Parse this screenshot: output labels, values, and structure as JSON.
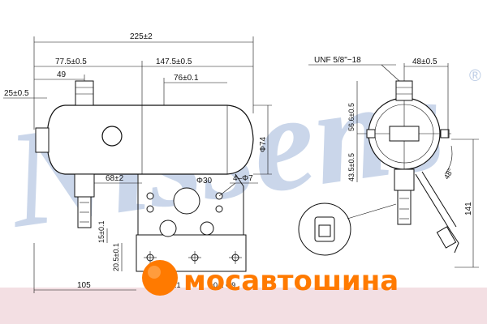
{
  "watermark": {
    "text": "Nissens",
    "registered": "®"
  },
  "dimensions": {
    "overall_length": "225±2",
    "left_to_center": "77.5±0.5",
    "left_to_right_body": "147.5±0.5",
    "offset_49": "49",
    "inner_76": "76±0.1",
    "left_25": "25±0.5",
    "diameter_74": "Φ74",
    "bracket_68": "68±2",
    "hole_30": "Φ30",
    "holes_4x7": "4–Φ7",
    "vert_15": "15±0.1",
    "vert_20_5": "20.5±0.1",
    "bottom_105": "105",
    "bottom_partial_1": "±0.1",
    "bottom_partial_2": "±0.1 Φ9",
    "thread": "UNF 5/8\"−18",
    "side_48": "48±0.5",
    "side_56_6": "56.6±0.5",
    "side_43_5": "43.5±0.5",
    "angle_48": "48°",
    "height_141": "141"
  },
  "brand": {
    "name": "мосавтошина",
    "color": "#ff7a00"
  },
  "colors": {
    "bottom_band": "#f3dfe3",
    "watermark": "#9fb6d9"
  }
}
